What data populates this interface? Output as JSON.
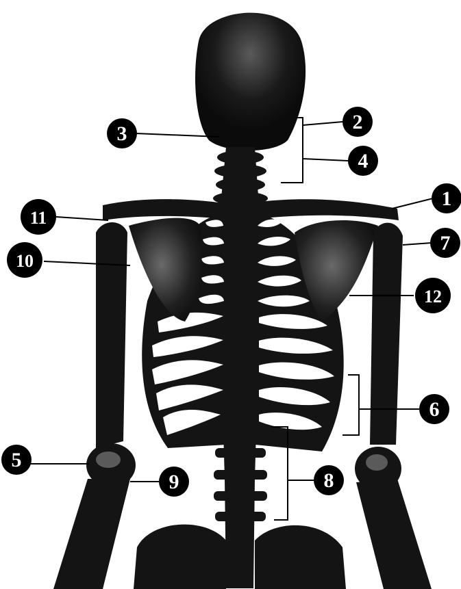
{
  "diagram": {
    "subject": "posterior-skeleton",
    "labels": [
      "1",
      "2",
      "3",
      "4",
      "5",
      "6",
      "7",
      "8",
      "9",
      "10",
      "11",
      "12"
    ],
    "colors": {
      "bone": "#141414",
      "background": "#ffffff",
      "marker": "#000000",
      "marker_text": "#ffffff"
    }
  }
}
